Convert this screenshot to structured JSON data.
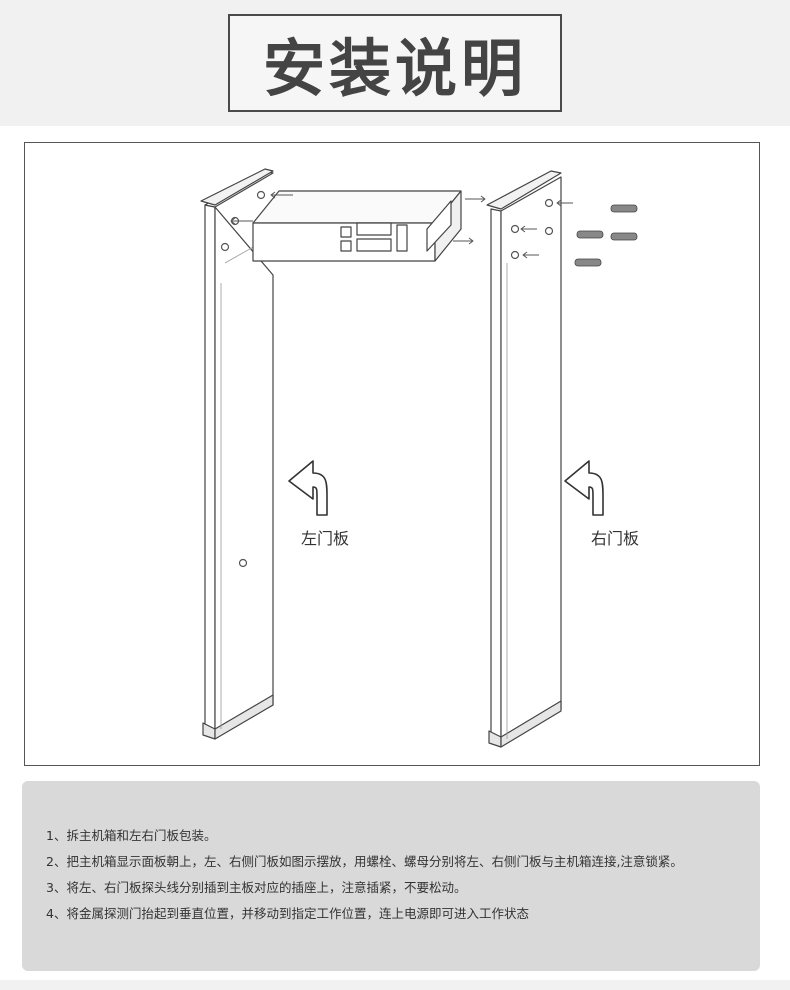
{
  "header": {
    "title": "安装说明"
  },
  "diagram": {
    "left_door_label": "左门板",
    "right_door_label": "右门板"
  },
  "instructions": {
    "steps": [
      "1、拆主机箱和左右门板包装。",
      "2、把主机箱显示面板朝上，左、右侧门板如图示摆放，用螺栓、螺母分别将左、右侧门板与主机箱连接,注意锁紧。",
      "3、将左、右门板探头线分别插到主板对应的插座上，注意插紧，不要松动。",
      "4、将金属探测门抬起到垂直位置，并移动到指定工作位置，连上电源即可进入工作状态"
    ]
  }
}
